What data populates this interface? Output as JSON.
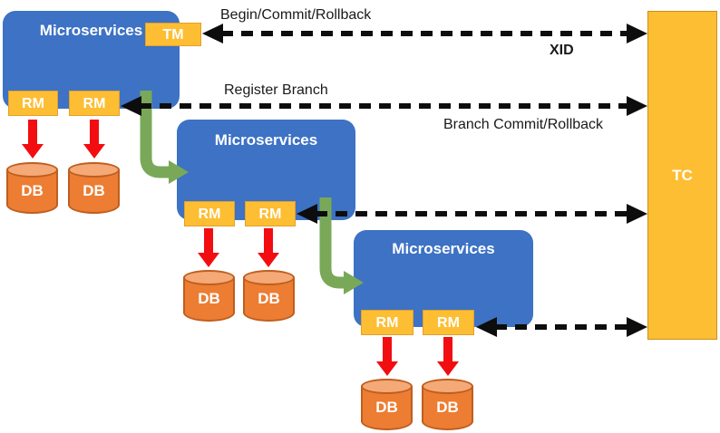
{
  "diagram": {
    "title_hint": "Distributed transaction coordination diagram (TM / RM / TC)",
    "tc_label": "TC",
    "tm_label": "TM",
    "microservices": [
      {
        "title": "Microservices",
        "rms": [
          "RM",
          "RM"
        ],
        "dbs": [
          "DB",
          "DB"
        ]
      },
      {
        "title": "Microservices",
        "rms": [
          "RM",
          "RM"
        ],
        "dbs": [
          "DB",
          "DB"
        ]
      },
      {
        "title": "Microservices",
        "rms": [
          "RM",
          "RM"
        ],
        "dbs": [
          "DB",
          "DB"
        ]
      }
    ],
    "labels": {
      "begin_commit_rollback": "Begin/Commit/Rollback",
      "xid": "XID",
      "register_branch": "Register Branch",
      "branch_commit_rollback": "Branch Commit/Rollback"
    },
    "colors": {
      "microservice_blue": "#3D72C4",
      "chip_yellow": "#FDBE33",
      "db_orange": "#EC7D33",
      "db_orange_light": "#F4A977",
      "arrow_red": "#F20D11",
      "flow_green": "#79A958",
      "connector_black": "#0d0d0d"
    }
  }
}
